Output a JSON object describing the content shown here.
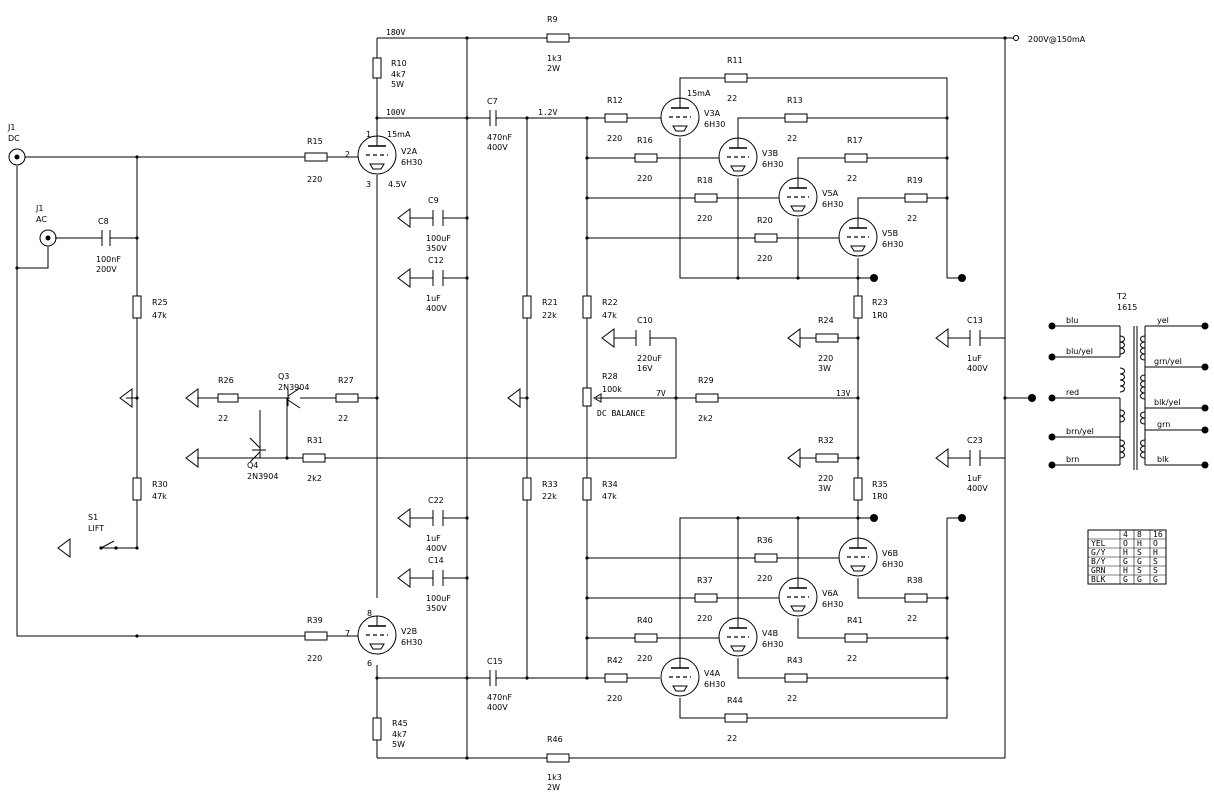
{
  "rails": {
    "top_left": "180V",
    "top_tap": "100V",
    "grid_top": "1.2V",
    "supply": "200V@150mA",
    "mid_grid": "7V",
    "out_node": "13V"
  },
  "J1dc": {
    "ref": "J1",
    "type": "DC"
  },
  "J1ac": {
    "ref": "J1",
    "type": "AC"
  },
  "C8": {
    "ref": "C8",
    "v1": "100nF",
    "v2": "200V"
  },
  "R15": {
    "ref": "R15",
    "v1": "220"
  },
  "R9": {
    "ref": "R9",
    "v1": "1k3",
    "v2": "2W"
  },
  "R10": {
    "ref": "R10",
    "v1": "4k7",
    "v2": "5W"
  },
  "C7": {
    "ref": "C7",
    "v1": "470nF",
    "v2": "400V"
  },
  "C9": {
    "ref": "C9",
    "v1": "100uF",
    "v2": "350V"
  },
  "C12": {
    "ref": "C12",
    "v1": "1uF",
    "v2": "400V"
  },
  "C22": {
    "ref": "C22",
    "v1": "1uF",
    "v2": "400V"
  },
  "C14": {
    "ref": "C14",
    "v1": "100uF",
    "v2": "350V"
  },
  "C15": {
    "ref": "C15",
    "v1": "470nF",
    "v2": "400V"
  },
  "R45": {
    "ref": "R45",
    "v1": "4k7",
    "v2": "5W"
  },
  "R46": {
    "ref": "R46",
    "v1": "1k3",
    "v2": "2W"
  },
  "R39": {
    "ref": "R39",
    "v1": "220"
  },
  "R25": {
    "ref": "R25",
    "v1": "47k"
  },
  "R30": {
    "ref": "R30",
    "v1": "47k"
  },
  "S1": {
    "ref": "S1",
    "v1": "LIFT"
  },
  "R26": {
    "ref": "R26",
    "v1": "22"
  },
  "R27": {
    "ref": "R27",
    "v1": "22"
  },
  "R31": {
    "ref": "R31",
    "v1": "2k2"
  },
  "Q3": {
    "ref": "Q3",
    "v1": "2N3904"
  },
  "Q4": {
    "ref": "Q4",
    "v1": "2N3904"
  },
  "R21": {
    "ref": "R21",
    "v1": "22k"
  },
  "R22": {
    "ref": "R22",
    "v1": "47k"
  },
  "R33": {
    "ref": "R33",
    "v1": "22k"
  },
  "R34": {
    "ref": "R34",
    "v1": "47k"
  },
  "C10": {
    "ref": "C10",
    "v1": "220uF",
    "v2": "16V"
  },
  "R28": {
    "ref": "R28",
    "v1": "100k",
    "v2": "DC BALANCE"
  },
  "R29": {
    "ref": "R29",
    "v1": "2k2"
  },
  "R11": {
    "ref": "R11",
    "v1": "22"
  },
  "R12": {
    "ref": "R12",
    "v1": "220"
  },
  "R13": {
    "ref": "R13",
    "v1": "22"
  },
  "R16": {
    "ref": "R16",
    "v1": "220"
  },
  "R17": {
    "ref": "R17",
    "v1": "22"
  },
  "R18": {
    "ref": "R18",
    "v1": "220"
  },
  "R19": {
    "ref": "R19",
    "v1": "22"
  },
  "R20": {
    "ref": "R20",
    "v1": "220"
  },
  "R23": {
    "ref": "R23",
    "v1": "1R0"
  },
  "R24": {
    "ref": "R24",
    "v1": "220",
    "v2": "3W"
  },
  "R32": {
    "ref": "R32",
    "v1": "220",
    "v2": "3W"
  },
  "R35": {
    "ref": "R35",
    "v1": "1R0"
  },
  "R36": {
    "ref": "R36",
    "v1": "220"
  },
  "R37": {
    "ref": "R37",
    "v1": "220"
  },
  "R38": {
    "ref": "R38",
    "v1": "22"
  },
  "R40": {
    "ref": "R40",
    "v1": "220"
  },
  "R41": {
    "ref": "R41",
    "v1": "22"
  },
  "R42": {
    "ref": "R42",
    "v1": "220"
  },
  "R43": {
    "ref": "R43",
    "v1": "22"
  },
  "R44": {
    "ref": "R44",
    "v1": "22"
  },
  "C13": {
    "ref": "C13",
    "v1": "1uF",
    "v2": "400V"
  },
  "C23": {
    "ref": "C23",
    "v1": "1uF",
    "v2": "400V"
  },
  "V2A": {
    "ref": "V2A",
    "v1": "6H30",
    "cur": "15mA",
    "pin1": "1",
    "pin2": "2",
    "pin3": "3",
    "v3": "4.5V"
  },
  "V2B": {
    "ref": "V2B",
    "v1": "6H30",
    "pin8": "8",
    "pin7": "7",
    "pin6": "6"
  },
  "V3A": {
    "ref": "V3A",
    "v1": "6H30",
    "cur": "15mA"
  },
  "V3B": {
    "ref": "V3B",
    "v1": "6H30"
  },
  "V5A": {
    "ref": "V5A",
    "v1": "6H30"
  },
  "V5B": {
    "ref": "V5B",
    "v1": "6H30"
  },
  "V6B": {
    "ref": "V6B",
    "v1": "6H30"
  },
  "V6A": {
    "ref": "V6A",
    "v1": "6H30"
  },
  "V4B": {
    "ref": "V4B",
    "v1": "6H30"
  },
  "V4A": {
    "ref": "V4A",
    "v1": "6H30"
  },
  "T2": {
    "ref": "T2",
    "v1": "1615",
    "blu": "blu",
    "bluyel": "blu/yel",
    "red": "red",
    "brnyel": "brn/yel",
    "brn": "brn",
    "yel": "yel",
    "grnyel": "grn/yel",
    "blkyel": "blk/yel",
    "grn": "grn",
    "blk": "blk"
  },
  "tap_table": {
    "header": [
      "",
      "4",
      "8",
      "16"
    ],
    "rows": [
      [
        "YEL",
        "O",
        "H",
        "O"
      ],
      [
        "G/Y",
        "H",
        "S",
        "H"
      ],
      [
        "B/Y",
        "G",
        "G",
        "S"
      ],
      [
        "GRN",
        "H",
        "S",
        "S"
      ],
      [
        "BLK",
        "G",
        "G",
        "G"
      ]
    ]
  }
}
